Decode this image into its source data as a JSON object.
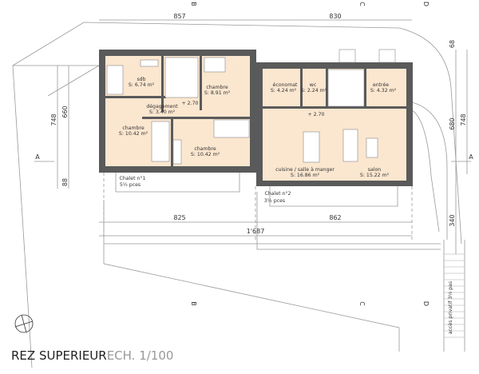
{
  "title": {
    "level": "REZ SUPERIEUR",
    "scale": "ECH. 1/100"
  },
  "colors": {
    "floor": "#fbe6cf",
    "walls": "#5a5a5a",
    "lines": "#999999"
  },
  "chalets": [
    {
      "name": "Chalet n°1",
      "rooms_count": "5½ pces",
      "level": "+ 2.70",
      "rooms": [
        {
          "label": "sdb",
          "area": "S: 6.74 m²"
        },
        {
          "label": "chambre",
          "area": "S: 8.91 m²"
        },
        {
          "label": "dégagement",
          "area": "S: 3.40 m²"
        },
        {
          "label": "chambre",
          "area": "S: 10.42 m²"
        },
        {
          "label": "chambre",
          "area": "S: 10.42 m²"
        }
      ]
    },
    {
      "name": "Chalet n°2",
      "rooms_count": "3½ pces",
      "level": "+ 2.70",
      "rooms": [
        {
          "label": "économat",
          "area": "S: 4.24 m²"
        },
        {
          "label": "wc",
          "area": "S: 2.24 m²"
        },
        {
          "label": "entrée",
          "area": "S: 4.32 m²"
        },
        {
          "label": "cuisine / salle à manger",
          "area": "S: 16.86 m²"
        },
        {
          "label": "salon",
          "area": "S: 15.22 m²"
        }
      ]
    }
  ],
  "dimensions": {
    "top_left": "857",
    "top_right": "830",
    "left_outer": "748",
    "left_inner": "660",
    "left_small": "88",
    "bottom_left": "825",
    "bottom_right": "862",
    "total": "1'687",
    "right_top": "68",
    "right_inner": "680",
    "right_outer": "748",
    "right_bottom": "340"
  },
  "sections": {
    "a": "A",
    "b": "B",
    "c": "C",
    "d": "D"
  },
  "access": "accès privatif 3½ pas"
}
